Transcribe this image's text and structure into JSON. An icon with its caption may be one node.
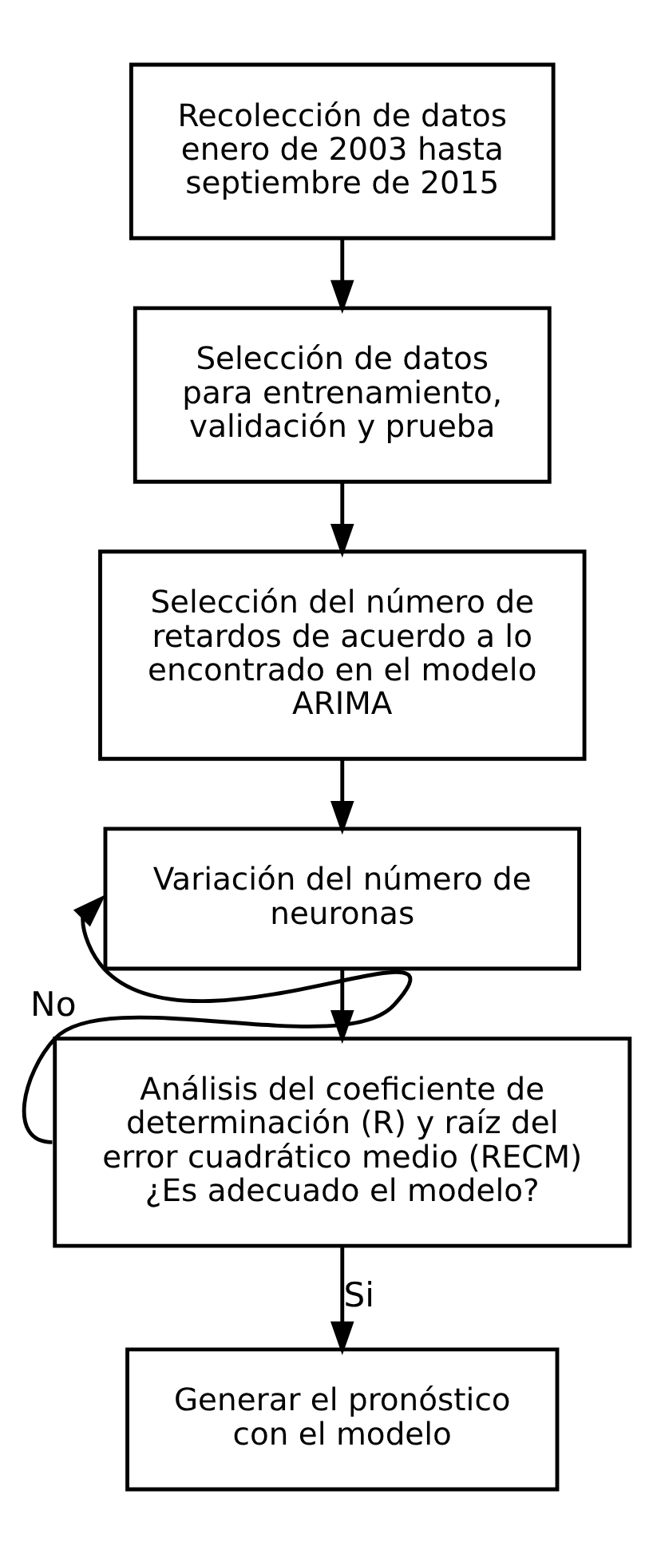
{
  "diagram": {
    "nodes": [
      {
        "text": [
          "Recolección de datos enero de 2003 hasta septiembre de 2015"
        ]
      },
      {
        "text": [
          "Selección de datos para entrenamiento, validación y prueba"
        ]
      },
      {
        "text": [
          "Selección del número de retardos de acuerdo a lo encontrado en el modelo ARIMA"
        ]
      },
      {
        "text": [
          "Variación del número de neuronas"
        ]
      },
      {
        "text": [
          "Análisis del coeficiente de determinación (R) y raíz del error cuadrático medio (RECM) ¿Es adecuado el modelo?"
        ]
      },
      {
        "text": [
          "Generar el pronóstico con el modelo"
        ]
      }
    ],
    "edges": [
      {
        "from": 0,
        "to": 1,
        "arrow": "to"
      },
      {
        "from": 1,
        "to": 2,
        "arrow": "to"
      },
      {
        "from": 2,
        "to": 3,
        "arrow": "to"
      },
      {
        "from": 3,
        "to": 4,
        "arrow": "to"
      },
      {
        "from": 4,
        "to": 5,
        "arrow": "to",
        "label": "Si"
      },
      {
        "from": 4,
        "to": 3,
        "arrow": "to",
        "label": "No"
      }
    ]
  }
}
